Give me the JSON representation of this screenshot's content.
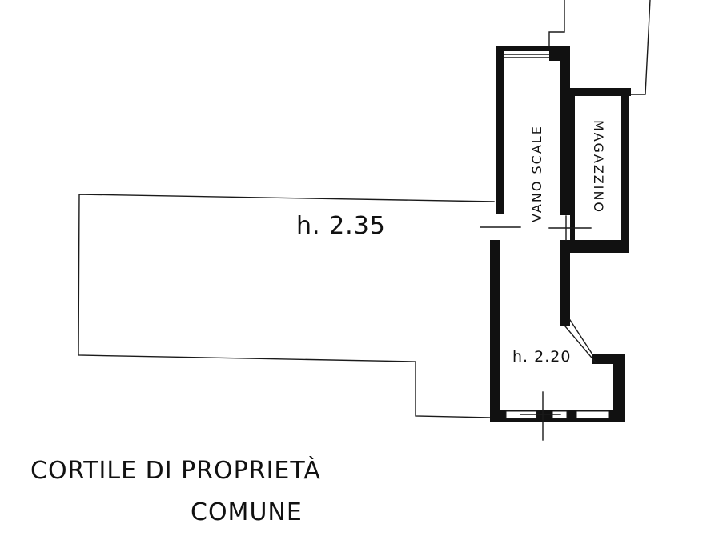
{
  "plan": {
    "main_room_height": "h. 2.35",
    "side_room_height": "h. 2.20",
    "stairwell_label": "VANO SCALE",
    "storage_label": "MAGAZZINO",
    "courtyard_line1": "CORTILE DI PROPRIETÀ",
    "courtyard_line2": "COMUNE"
  }
}
